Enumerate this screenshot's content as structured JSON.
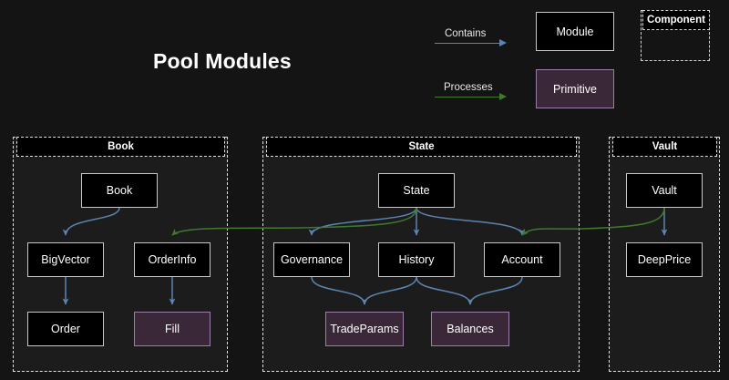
{
  "title": "Pool Modules",
  "theme": {
    "background": "#141414",
    "container_fill": "#1c1c1c",
    "container_border": "#e0e0e0",
    "module_fill": "#000000",
    "module_border": "#c8c8c8",
    "primitive_fill": "#3a2838",
    "primitive_border": "#9b7fa8",
    "edge_contains": "#5b84b1",
    "edge_processes": "#3f7a2e",
    "text": "#ffffff"
  },
  "legend": {
    "contains_label": "Contains",
    "processes_label": "Processes",
    "module_label": "Module",
    "primitive_label": "Primitive",
    "component_label": "Component"
  },
  "containers": [
    {
      "id": "book",
      "label": "Book"
    },
    {
      "id": "state",
      "label": "State"
    },
    {
      "id": "vault",
      "label": "Vault"
    }
  ],
  "nodes": [
    {
      "id": "book",
      "label": "Book",
      "kind": "module",
      "container": "book"
    },
    {
      "id": "bigvector",
      "label": "BigVector",
      "kind": "module",
      "container": "book"
    },
    {
      "id": "orderinfo",
      "label": "OrderInfo",
      "kind": "module",
      "container": "book"
    },
    {
      "id": "order",
      "label": "Order",
      "kind": "module",
      "container": "book"
    },
    {
      "id": "fill",
      "label": "Fill",
      "kind": "primitive",
      "container": "book"
    },
    {
      "id": "state",
      "label": "State",
      "kind": "module",
      "container": "state"
    },
    {
      "id": "governance",
      "label": "Governance",
      "kind": "module",
      "container": "state"
    },
    {
      "id": "history",
      "label": "History",
      "kind": "module",
      "container": "state"
    },
    {
      "id": "account",
      "label": "Account",
      "kind": "module",
      "container": "state"
    },
    {
      "id": "tradeparams",
      "label": "TradeParams",
      "kind": "primitive",
      "container": "state"
    },
    {
      "id": "balances",
      "label": "Balances",
      "kind": "primitive",
      "container": "state"
    },
    {
      "id": "vault",
      "label": "Vault",
      "kind": "module",
      "container": "vault"
    },
    {
      "id": "deepprice",
      "label": "DeepPrice",
      "kind": "module",
      "container": "vault"
    }
  ],
  "edges": [
    {
      "from": "book",
      "to": "bigvector",
      "type": "contains"
    },
    {
      "from": "bigvector",
      "to": "order",
      "type": "contains"
    },
    {
      "from": "orderinfo",
      "to": "fill",
      "type": "contains"
    },
    {
      "from": "state",
      "to": "governance",
      "type": "contains"
    },
    {
      "from": "state",
      "to": "history",
      "type": "contains"
    },
    {
      "from": "state",
      "to": "account",
      "type": "contains"
    },
    {
      "from": "governance",
      "to": "tradeparams",
      "type": "contains"
    },
    {
      "from": "history",
      "to": "tradeparams",
      "type": "contains"
    },
    {
      "from": "history",
      "to": "balances",
      "type": "contains"
    },
    {
      "from": "account",
      "to": "balances",
      "type": "contains"
    },
    {
      "from": "vault",
      "to": "deepprice",
      "type": "contains"
    },
    {
      "from": "state",
      "to": "orderinfo",
      "type": "processes"
    },
    {
      "from": "vault",
      "to": "account",
      "type": "processes"
    }
  ]
}
